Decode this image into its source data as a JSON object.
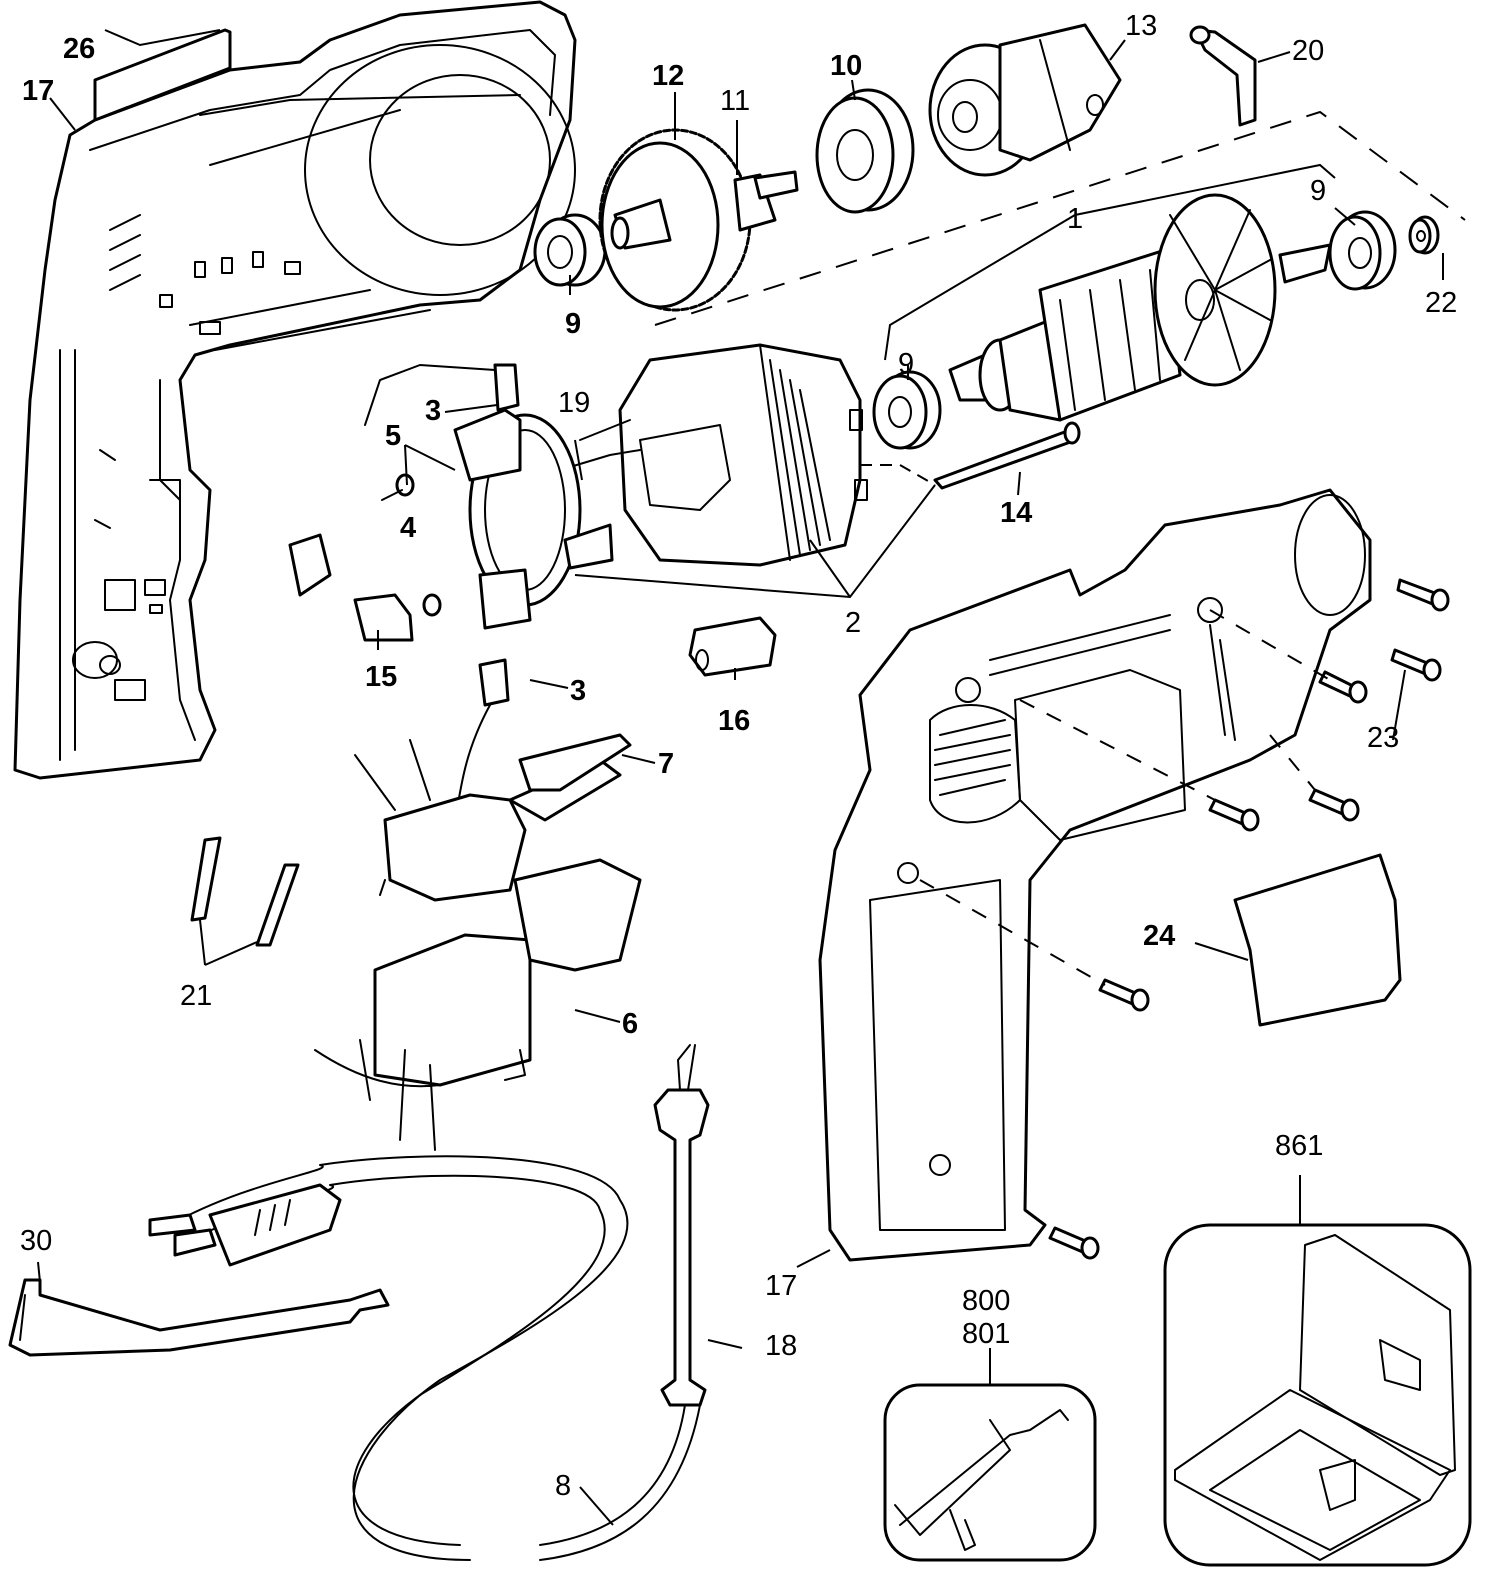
{
  "diagram": {
    "title": "Drill exploded parts diagram",
    "ink_color": "#000000",
    "background_color": "#ffffff",
    "callouts": [
      {
        "id": "26",
        "label": "26",
        "part": "nameplate-label"
      },
      {
        "id": "17a",
        "label": "17",
        "part": "housing-half-left"
      },
      {
        "id": "12",
        "label": "12",
        "part": "spindle-gear"
      },
      {
        "id": "11",
        "label": "11",
        "part": "spindle"
      },
      {
        "id": "10",
        "label": "10",
        "part": "ball-bearing-large"
      },
      {
        "id": "13",
        "label": "13",
        "part": "keyed-chuck"
      },
      {
        "id": "20",
        "label": "20",
        "part": "chuck-key"
      },
      {
        "id": "9a",
        "label": "9",
        "part": "ball-bearing-gear"
      },
      {
        "id": "1",
        "label": "1",
        "part": "armature-assembly"
      },
      {
        "id": "9b",
        "label": "9",
        "part": "ball-bearing-armature-front"
      },
      {
        "id": "9c",
        "label": "9",
        "part": "ball-bearing-armature-rear"
      },
      {
        "id": "22",
        "label": "22",
        "part": "small-bearing"
      },
      {
        "id": "3a",
        "label": "3",
        "part": "brush-connector-top"
      },
      {
        "id": "19",
        "label": "19",
        "part": "field-lead"
      },
      {
        "id": "5",
        "label": "5",
        "part": "brush-holder-assembly"
      },
      {
        "id": "4",
        "label": "4",
        "part": "brush-spring"
      },
      {
        "id": "14",
        "label": "14",
        "part": "field-screw"
      },
      {
        "id": "2",
        "label": "2",
        "part": "field-assembly"
      },
      {
        "id": "15",
        "label": "15",
        "part": "brush-clip"
      },
      {
        "id": "16",
        "label": "16",
        "part": "reversing-slider"
      },
      {
        "id": "3b",
        "label": "3",
        "part": "brush-connector-switch"
      },
      {
        "id": "7",
        "label": "7",
        "part": "reversing-lever"
      },
      {
        "id": "23",
        "label": "23",
        "part": "housing-screws"
      },
      {
        "id": "21",
        "label": "21",
        "part": "terminals"
      },
      {
        "id": "6",
        "label": "6",
        "part": "trigger-switch"
      },
      {
        "id": "24",
        "label": "24",
        "part": "side-label"
      },
      {
        "id": "30",
        "label": "30",
        "part": "cord-tag"
      },
      {
        "id": "18",
        "label": "18",
        "part": "cord-protector"
      },
      {
        "id": "17b",
        "label": "17",
        "part": "housing-half-right"
      },
      {
        "id": "8",
        "label": "8",
        "part": "power-cord"
      },
      {
        "id": "800",
        "label": "800",
        "part": "side-handle"
      },
      {
        "id": "801",
        "label": "801",
        "part": "side-handle-alt"
      },
      {
        "id": "861",
        "label": "861",
        "part": "carrying-case"
      }
    ]
  }
}
